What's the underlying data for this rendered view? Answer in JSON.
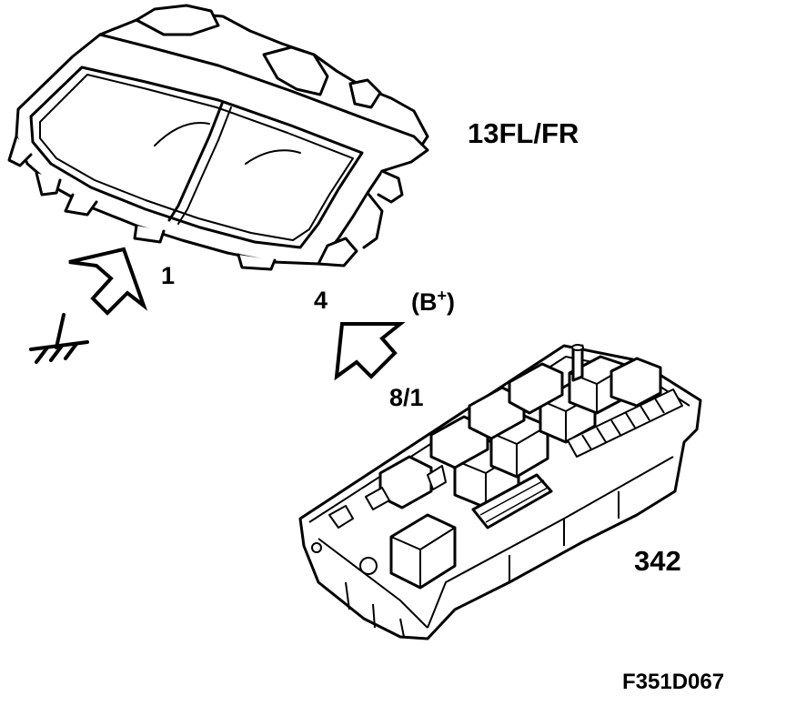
{
  "labels": {
    "headlamp": "13FL/FR",
    "ground_pin": "1",
    "supply_pin": "4",
    "supply_open": "(B",
    "supply_sup": "+",
    "supply_close": ")",
    "fuse_pin": "8/1",
    "relay_box": "342",
    "figure_id": "F351D067"
  },
  "icons": {
    "ground": "ground-symbol-icon",
    "arrow_ground": "hollow-arrow-icon",
    "arrow_supply": "hollow-arrow-icon"
  }
}
